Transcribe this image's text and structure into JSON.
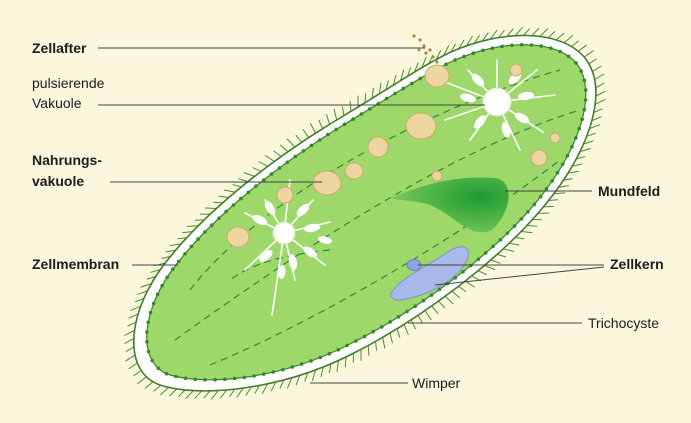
{
  "colors": {
    "background": "#fbf7dd",
    "cell_body": "#9ed76a",
    "cell_rim": "#ffffff",
    "outline": "#3f7f2c",
    "trichocyst_dots": "#2d8a2d",
    "dashed_lines": "#2f8a3a",
    "oral_groove": "#35b33c",
    "nucleus": "#a9b9ea",
    "food_vacuole": "#ecd59e",
    "leader_lines": "#444444"
  },
  "labels": {
    "zellafter": "Zellafter",
    "pulsierende": "pulsierende",
    "vakuole": "Vakuole",
    "nahrungs": "Nahrungs-",
    "nahrungsvakuole": "vakuole",
    "zellmembran": "Zellmembran",
    "mundfeld": "Mundfeld",
    "zellkern": "Zellkern",
    "trichocyste": "Trichocyste",
    "wimper": "Wimper"
  }
}
